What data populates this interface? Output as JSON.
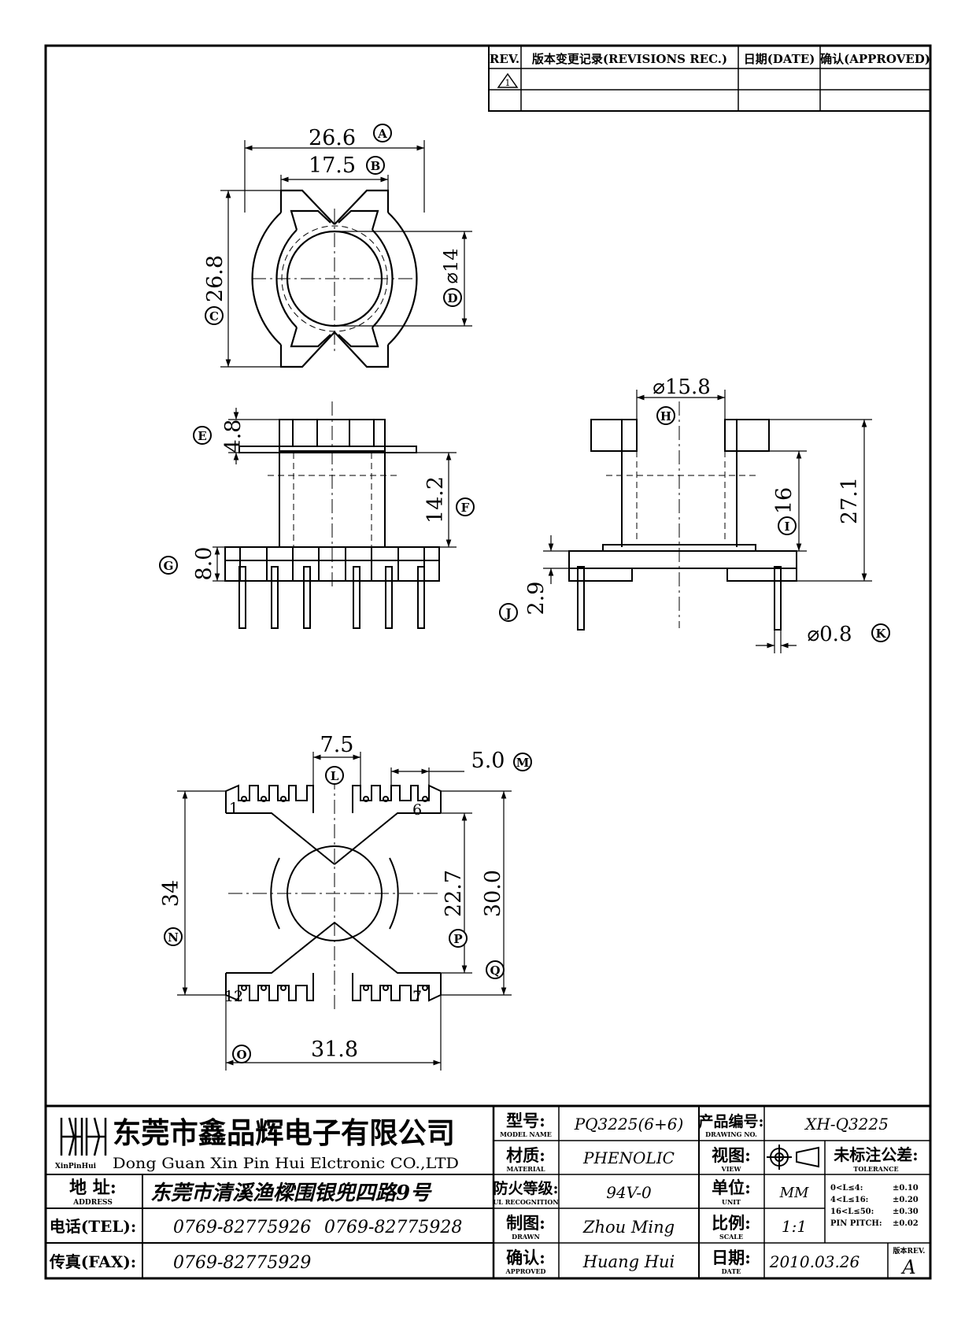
{
  "revision_table": {
    "headers": [
      "REV.",
      "版本变更记录(REVISIONS REC.)",
      "日期(DATE)",
      "确认(APPROVED)"
    ],
    "rev_mark": "1"
  },
  "dimensions": {
    "A": "26.6",
    "B": "17.5",
    "C": "26.8",
    "D": "⌀14",
    "E": "4.8",
    "F": "14.2",
    "G": "8.0",
    "H": "⌀15.8",
    "I": "16",
    "J": "2.9",
    "K": "⌀0.8",
    "total_height": "27.1",
    "L": "7.5",
    "M": "5.0",
    "N": "34",
    "O": "31.8",
    "P": "22.7",
    "Q": "30.0"
  },
  "balloons": [
    "A",
    "B",
    "C",
    "D",
    "E",
    "F",
    "G",
    "H",
    "I",
    "J",
    "K",
    "L",
    "M",
    "N",
    "O",
    "P",
    "Q"
  ],
  "pin_labels": {
    "p1": "1",
    "p6": "6",
    "p12": "12",
    "p7": "7"
  },
  "title_block": {
    "company_cn": "东莞市鑫品辉电子有限公司",
    "company_en": "Dong Guan Xin Pin Hui Elctronic CO.,LTD",
    "logo_text": "XinPinHui",
    "address_label": "地 址:",
    "address_label_en": "ADDRESS",
    "address": "东莞市清溪渔樑围银兜四路9号",
    "tel_label": "电话(TEL):",
    "tel1": "0769-82775926",
    "tel2": "0769-82775928",
    "fax_label": "传真(FAX):",
    "fax": "0769-82775929",
    "model_label": "型号:",
    "model_label_en": "MODEL NAME",
    "model": "PQ3225(6+6)",
    "material_label": "材质:",
    "material_label_en": "MATERIAL",
    "material": "PHENOLIC",
    "ul_label": "防火等级:",
    "ul_label_en": "UL RECOGNITION",
    "ul": "94V-0",
    "drawn_label": "制图:",
    "drawn_label_en": "DRAWN",
    "drawn": "Zhou Ming",
    "approved_label": "确认:",
    "approved_label_en": "APPROVED",
    "approved": "Huang Hui",
    "drawing_no_label": "产品编号:",
    "drawing_no_label_en": "DRAWING NO.",
    "drawing_no": "XH-Q3225",
    "view_label": "视图:",
    "view_label_en": "VIEW",
    "unit_label": "单位:",
    "unit_label_en": "UNIT",
    "unit": "MM",
    "scale_label": "比例:",
    "scale_label_en": "SCALE",
    "scale": "1:1",
    "date_label": "日期:",
    "date_label_en": "DATE",
    "date": "2010.03.26",
    "tolerance_label": "未标注公差:",
    "tolerance_label_en": "TOLERANCE",
    "tolerances": [
      {
        "range": "0<L≤4:",
        "value": "±0.10"
      },
      {
        "range": "4<L≤16:",
        "value": "±0.20"
      },
      {
        "range": "16<L≤50:",
        "value": "±0.30"
      },
      {
        "range": "PIN PITCH:",
        "value": "±0.02"
      }
    ],
    "rev_label": "版本REV.",
    "rev": "A"
  }
}
